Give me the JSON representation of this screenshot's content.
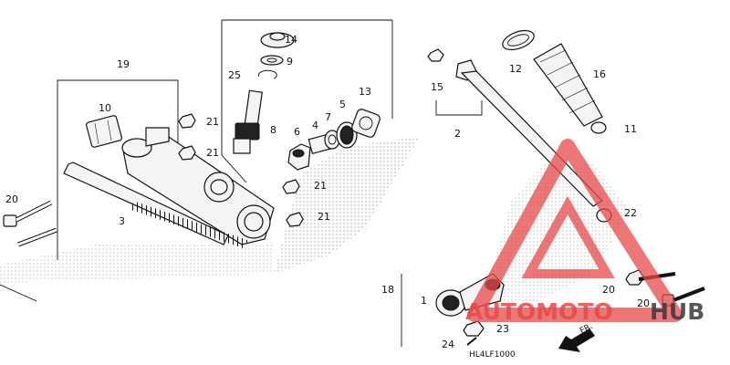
{
  "diagram": {
    "callouts": [
      "14",
      "9",
      "25",
      "8",
      "6",
      "4",
      "7",
      "5",
      "13",
      "19",
      "10",
      "21",
      "21",
      "21",
      "21",
      "20",
      "3",
      "15",
      "2",
      "12",
      "16",
      "11",
      "22",
      "18",
      "1",
      "23",
      "24",
      "20",
      "20"
    ],
    "diagram_code": "HL4LF1000",
    "direction_label": "FR."
  },
  "watermark": {
    "brand_part1": "AUTOMOTO",
    "brand_part2": "HUB",
    "color_accent": "#e8494a",
    "color_dark": "#3a3a3a"
  }
}
